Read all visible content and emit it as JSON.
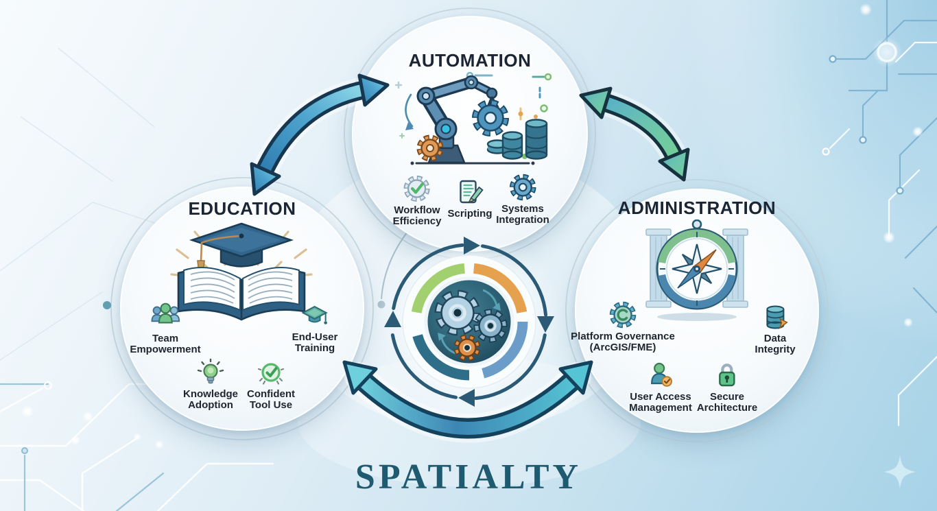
{
  "brand": {
    "title": "SPATIALTY"
  },
  "colors": {
    "background_top": "#f7fbfd",
    "background_edge": "#a7d2e7",
    "heading_color": "#1c2534",
    "brand_title_color": "#1e5a70",
    "arrow_left_gradient": [
      "#2f7cb0",
      "#8fd8e8"
    ],
    "arrow_right_gradient": [
      "#57b0c8",
      "#72cf96"
    ],
    "arrow_bottom_gradient": [
      "#66cdd9",
      "#3d86b4",
      "#55c4d4"
    ],
    "hub_ring_segments": [
      "#a2d06e",
      "#e5a14e",
      "#6b9dc8",
      "#2e6e88"
    ],
    "hub_inner": "#2f6478",
    "hub_gears": [
      "#b3d2e3",
      "#89b2cb",
      "#dd9049"
    ]
  },
  "center": {
    "icon": "gears-cycle-icon",
    "meaning": "continuous-cycle",
    "cycle_direction": "clockwise"
  },
  "nodes": {
    "automation": {
      "title": "AUTOMATION",
      "illustration": "robotic-arm-with-gears-and-databases",
      "items": [
        {
          "icon": "gear-check-icon",
          "line1": "Workflow",
          "line2": "Efficiency"
        },
        {
          "icon": "script-pencil-icon",
          "line1": "Scripting",
          "line2": ""
        },
        {
          "icon": "gear-icon",
          "line1": "Systems",
          "line2": "Integration"
        }
      ]
    },
    "education": {
      "title": "EDUCATION",
      "illustration": "graduation-cap-over-open-book",
      "items": [
        {
          "icon": "team-icon",
          "line1": "Team",
          "line2": "Empowerment"
        },
        {
          "icon": "graduation-cap-icon",
          "line1": "End-User",
          "line2": "Training"
        },
        {
          "icon": "lightbulb-icon",
          "line1": "Knowledge",
          "line2": "Adoption"
        },
        {
          "icon": "check-circle-icon",
          "line1": "Confident",
          "line2": "Tool Use"
        }
      ]
    },
    "administration": {
      "title": "ADMINISTRATION",
      "illustration": "compass-between-pillars",
      "items": [
        {
          "icon": "gear-governance-icon",
          "line1": "Platform Governance",
          "line2": "(ArcGIS/FME)"
        },
        {
          "icon": "database-icon",
          "line1": "Data",
          "line2": "Integrity"
        },
        {
          "icon": "user-check-icon",
          "line1": "User Access",
          "line2": "Management"
        },
        {
          "icon": "padlock-icon",
          "line1": "Secure",
          "line2": "Architecture"
        }
      ]
    }
  }
}
